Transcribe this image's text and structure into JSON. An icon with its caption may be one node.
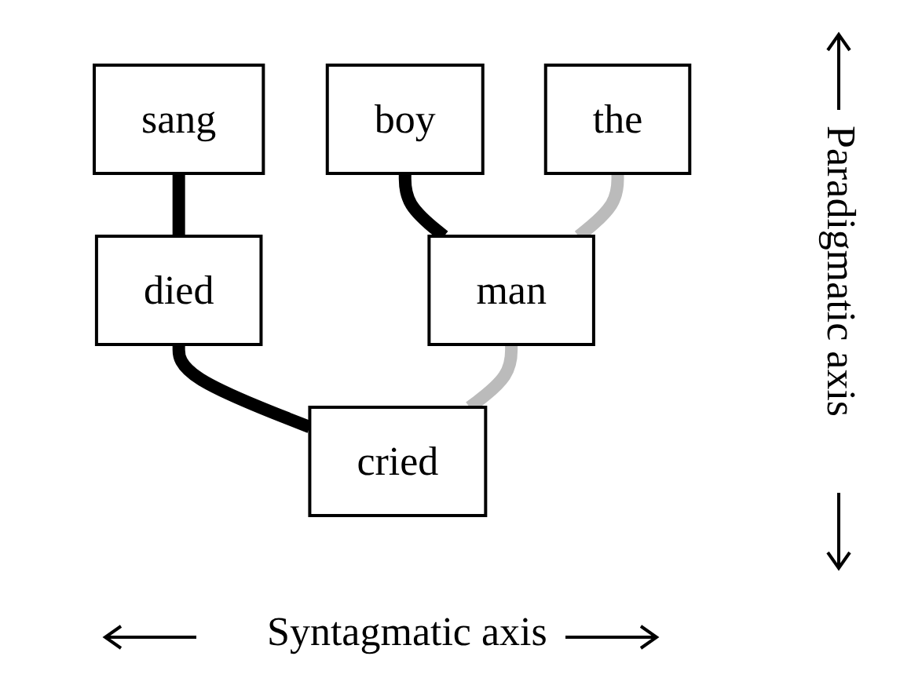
{
  "diagram": {
    "nodes": [
      {
        "text": [
          "sang"
        ]
      },
      {
        "text": [
          "boy"
        ]
      },
      {
        "text": [
          "died"
        ]
      },
      {
        "text": [
          "the"
        ]
      },
      {
        "text": [
          "man"
        ]
      },
      {
        "text": [
          "cried"
        ]
      }
    ],
    "edges": [
      {
        "from": 0,
        "to": 2,
        "arrow": "none"
      },
      {
        "from": 1,
        "to": 4,
        "arrow": "none"
      },
      {
        "from": 2,
        "to": 5,
        "arrow": "none"
      },
      {
        "from": 3,
        "to": 4,
        "arrow": "none",
        "color": "#bbbbbb"
      },
      {
        "from": 4,
        "to": 5,
        "arrow": "none",
        "color": "#bbbbbb"
      }
    ],
    "labels": [
      "Paradigmatic axis",
      "Syntagmatic axis"
    ]
  }
}
